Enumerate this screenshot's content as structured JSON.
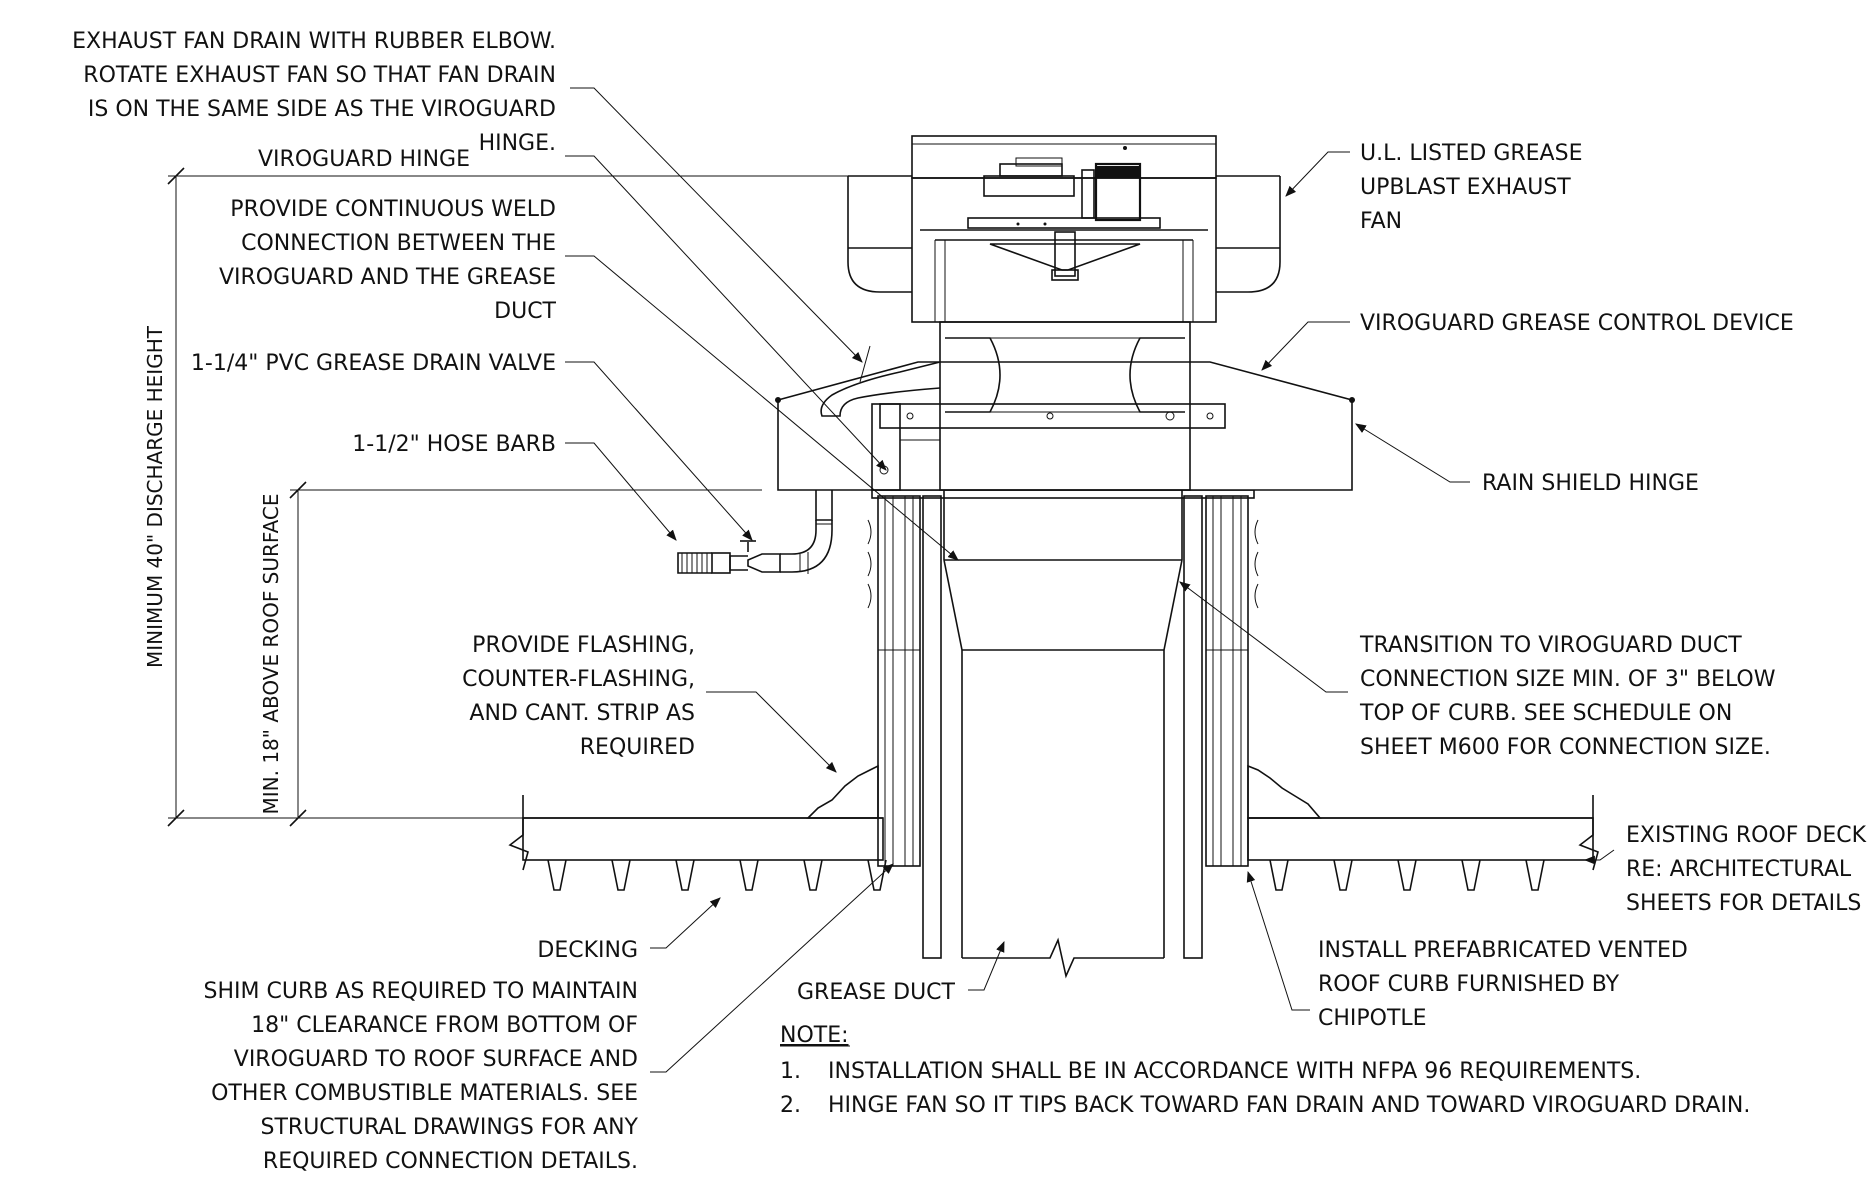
{
  "callouts": {
    "exhaust_fan_drain": [
      "EXHAUST FAN DRAIN WITH RUBBER ELBOW.",
      "ROTATE EXHAUST FAN SO THAT FAN DRAIN",
      "IS ON THE SAME SIDE AS THE VIROGUARD",
      "HINGE."
    ],
    "viroguard_hinge": [
      "VIROGUARD HINGE"
    ],
    "continuous_weld": [
      "PROVIDE CONTINUOUS WELD",
      "CONNECTION BETWEEN THE",
      "VIROGUARD AND THE GREASE",
      "DUCT"
    ],
    "pvc_drain_valve": [
      "1-1/4\" PVC GREASE DRAIN VALVE"
    ],
    "hose_barb": [
      "1-1/2\" HOSE BARB"
    ],
    "flashing": [
      "PROVIDE FLASHING,",
      "COUNTER-FLASHING,",
      "AND CANT. STRIP AS",
      "REQUIRED"
    ],
    "decking": [
      "DECKING"
    ],
    "shim_curb": [
      "SHIM CURB AS REQUIRED TO MAINTAIN",
      "18\" CLEARANCE FROM BOTTOM OF",
      "VIROGUARD TO ROOF SURFACE AND",
      "OTHER COMBUSTIBLE MATERIALS. SEE",
      "STRUCTURAL DRAWINGS FOR ANY",
      "REQUIRED CONNECTION DETAILS."
    ],
    "grease_duct": [
      "GREASE DUCT"
    ],
    "ul_fan": [
      "U.L. LISTED GREASE",
      "UPBLAST EXHAUST",
      "FAN"
    ],
    "viroguard_device": [
      "VIROGUARD GREASE CONTROL DEVICE"
    ],
    "rain_shield_hinge": [
      "RAIN SHIELD HINGE"
    ],
    "transition": [
      "TRANSITION TO VIROGUARD DUCT",
      "CONNECTION SIZE MIN. OF 3\" BELOW",
      "TOP OF CURB. SEE SCHEDULE ON",
      "SHEET M600 FOR CONNECTION SIZE."
    ],
    "existing_roof_deck": [
      "EXISTING ROOF DECK",
      "RE: ARCHITECTURAL",
      "SHEETS FOR DETAILS"
    ],
    "prefab_curb": [
      "INSTALL PREFABRICATED VENTED",
      "ROOF CURB FURNISHED BY",
      "CHIPOTLE"
    ]
  },
  "dimensions": {
    "discharge_height": "MINIMUM 40\" DISCHARGE HEIGHT",
    "roof_clearance": "MIN. 18\" ABOVE ROOF SURFACE"
  },
  "notes": {
    "heading": "NOTE:",
    "items": [
      {
        "num": "1.",
        "text": "INSTALLATION SHALL BE IN ACCORDANCE WITH NFPA 96 REQUIREMENTS."
      },
      {
        "num": "2.",
        "text": "HINGE FAN SO IT TIPS BACK TOWARD FAN DRAIN AND TOWARD VIROGUARD DRAIN."
      }
    ]
  }
}
